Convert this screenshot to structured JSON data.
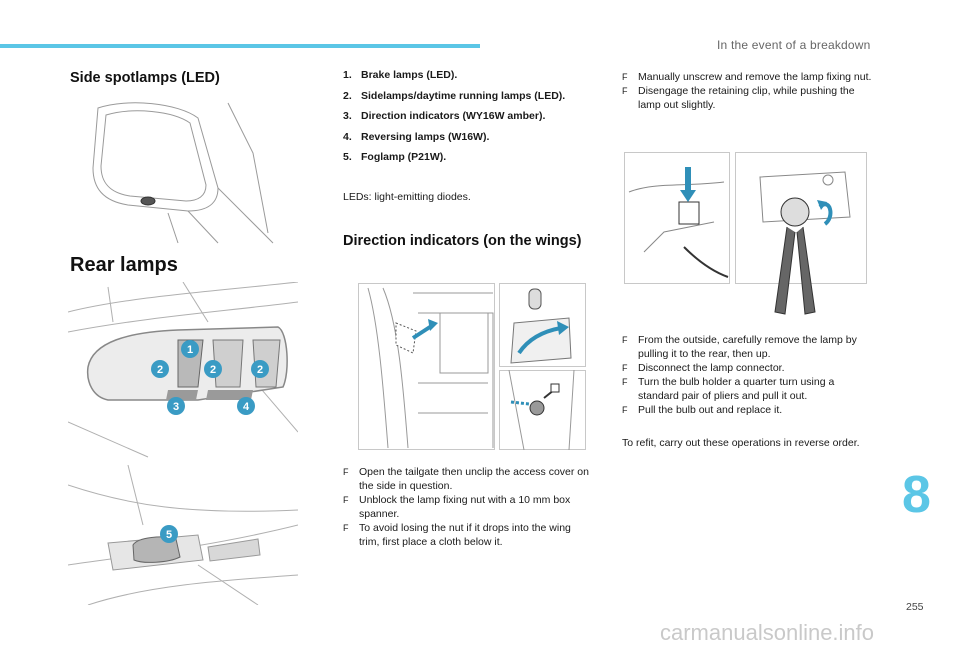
{
  "header": {
    "section_title": "In the event of a breakdown"
  },
  "side_spotlamps": {
    "title": "Side spotlamps (LED)"
  },
  "rear_lamps": {
    "title": "Rear lamps",
    "callouts": [
      "1",
      "2",
      "2",
      "2",
      "3",
      "4",
      "5"
    ],
    "list": [
      {
        "n": "1.",
        "text": "Brake lamps (LED)."
      },
      {
        "n": "2.",
        "text": "Sidelamps/daytime running lamps (LED)."
      },
      {
        "n": "3.",
        "text": "Direction indicators (WY16W amber)."
      },
      {
        "n": "4.",
        "text": "Reversing lamps (W16W)."
      },
      {
        "n": "5.",
        "text": "Foglamp (P21W)."
      }
    ],
    "led_note": "LEDs: light-emitting diodes."
  },
  "direction_indicators": {
    "title": "Direction indicators (on the wings)",
    "steps": [
      {
        "marker": "F",
        "text": "Open the tailgate then unclip the access cover on the side in question."
      },
      {
        "marker": "F",
        "text": "Unblock the lamp fixing nut with a 10 mm box spanner."
      },
      {
        "marker": "F",
        "text": "To avoid losing the nut if it drops into the wing trim, first place a cloth below it."
      }
    ]
  },
  "right_column": {
    "steps_top": [
      {
        "marker": "F",
        "text": "Manually unscrew and remove the lamp fixing nut."
      },
      {
        "marker": "F",
        "text": "Disengage the retaining clip, while pushing the lamp out slightly."
      }
    ],
    "steps_bottom": [
      {
        "marker": "F",
        "text": "From the outside, carefully remove the lamp by pulling it to the rear, then up."
      },
      {
        "marker": "F",
        "text": "Disconnect the lamp connector."
      },
      {
        "marker": "F",
        "text": "Turn the bulb holder a quarter turn using a standard pair of pliers and pull it out."
      },
      {
        "marker": "F",
        "text": "Pull the bulb out and replace it."
      }
    ],
    "refit_note": "To refit, carry out these operations in reverse order."
  },
  "chapter_number": "8",
  "page_number": "255",
  "watermark": "carmanualsonline.info",
  "colors": {
    "accent": "#5bc6e6",
    "callout": "#3a9bc4",
    "arrow": "#2f8fb8"
  }
}
